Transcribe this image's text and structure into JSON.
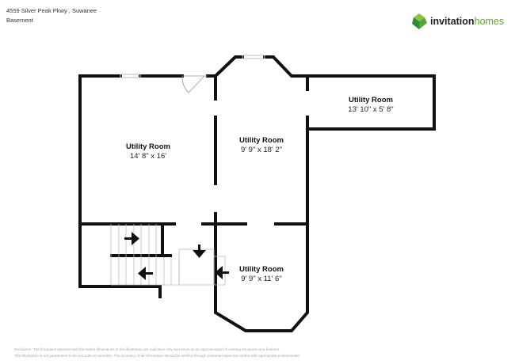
{
  "header": {
    "address": "4559 Silver Peak Pkwy , Suwanee",
    "floor": "Basement"
  },
  "logo": {
    "brand_a": "invitation",
    "brand_b": "homes",
    "colors": [
      "#59a533",
      "#2e8b3e",
      "#8cc63f"
    ]
  },
  "rooms": [
    {
      "name": "Utility Room",
      "dims": "14' 8\" x 16'"
    },
    {
      "name": "Utility Room",
      "dims": "9' 9\" x 18' 2\""
    },
    {
      "name": "Utility Room",
      "dims": "13' 10\" x 5' 8\""
    },
    {
      "name": "Utility Room",
      "dims": "9' 9\" x 11' 6\""
    }
  ],
  "disclaimer": {
    "line1": "Disclaimer: The floorplans depicted and the stated dimensions in this illustration are indicative only and serve as an approximation of existing structures and features.",
    "line2": "This illustration is not guaranteed to be accurate or complete. The accuracy of all information should be verified through personal inspection and/or with appropriate professionals."
  }
}
